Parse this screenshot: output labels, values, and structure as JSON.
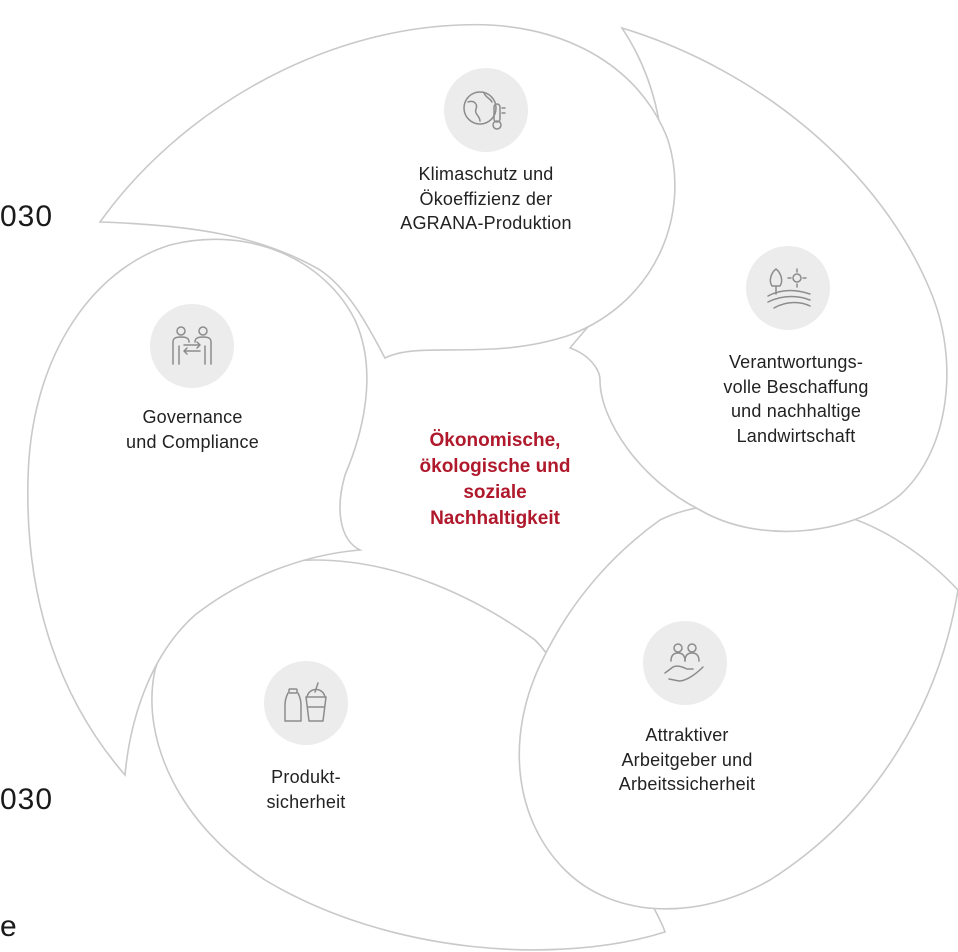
{
  "center": {
    "text": "Ökonomische,\nökologische und\nsoziale\nNachhaltigkeit",
    "color": "#b0182c"
  },
  "segments": [
    {
      "id": "climate",
      "icon": "globe-thermometer-icon",
      "label": "Klimaschutz und\nÖkoeffizienz der\nAGRANA-Produktion"
    },
    {
      "id": "sourcing",
      "icon": "field-sun-plant-icon",
      "label": "Verantwortungs-\nvolle Beschaffung\nund nachhaltige\nLandwirtschaft"
    },
    {
      "id": "employer",
      "icon": "people-hand-icon",
      "label": "Attraktiver\nArbeitgeber und\nArbeitssicherheit"
    },
    {
      "id": "product",
      "icon": "bottle-cup-icon",
      "label": "Produkt-\nsicherheit"
    },
    {
      "id": "governance",
      "icon": "people-exchange-icon",
      "label": "Governance\nund Compliance"
    }
  ],
  "fragments": {
    "top": "030",
    "bottom": "030",
    "letter": "e"
  },
  "colors": {
    "outline": "#c9c9c9",
    "icon_bg": "#ececec",
    "icon_stroke": "#8c8c8c",
    "text": "#222222"
  }
}
